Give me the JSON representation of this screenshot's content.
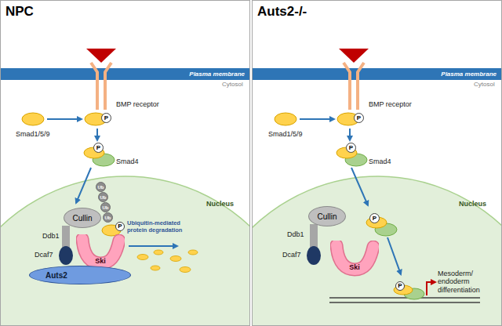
{
  "diagram": {
    "nodes": [
      {
        "text": [
          "NPC"
        ]
      },
      {
        "text": [
          "Plasma membrane"
        ],
        "in": 0
      },
      {
        "text": [
          "P"
        ],
        "in": 0
      },
      {
        "text": [
          "P"
        ],
        "in": 0
      },
      {
        "text": [
          "Nucleus"
        ],
        "in": 0
      },
      {
        "text": [
          "Cullin"
        ],
        "in": 4
      },
      {
        "text": [
          "Ub"
        ],
        "in": 4
      },
      {
        "text": [
          "Ub"
        ],
        "in": 4
      },
      {
        "text": [
          "Ub"
        ],
        "in": 4
      },
      {
        "text": [
          "Ub"
        ],
        "in": 4
      },
      {
        "text": [
          "P"
        ],
        "in": 4
      },
      {
        "text": [
          "Ski"
        ],
        "in": 4
      },
      {
        "text": [
          "Auts2"
        ],
        "in": 4
      },
      {
        "text": [
          "Auts2-/-"
        ]
      },
      {
        "text": [
          "Plasma membrane"
        ],
        "in": 13
      },
      {
        "text": [
          "P"
        ],
        "in": 13
      },
      {
        "text": [
          "P"
        ],
        "in": 13
      },
      {
        "text": [
          "Nucleus"
        ],
        "in": 13
      },
      {
        "text": [
          "Cullin"
        ],
        "in": 17
      },
      {
        "text": [
          "Ski"
        ],
        "in": 17
      },
      {
        "text": [
          "P"
        ],
        "in": 17
      },
      {
        "text": [
          "P"
        ],
        "in": 17
      }
    ],
    "labels": [
      "Cytosol",
      "BMP receptor",
      "Smad1/5/9",
      "Smad4",
      "Ddb1",
      "Dcaf7",
      "Ubiquitin-mediated protein degradation",
      "Cytosol",
      "BMP receptor",
      "Smad1/5/9",
      "Smad4",
      "Ddb1",
      "Dcaf7",
      "Mesoderm/ endoderm differentiation"
    ]
  }
}
